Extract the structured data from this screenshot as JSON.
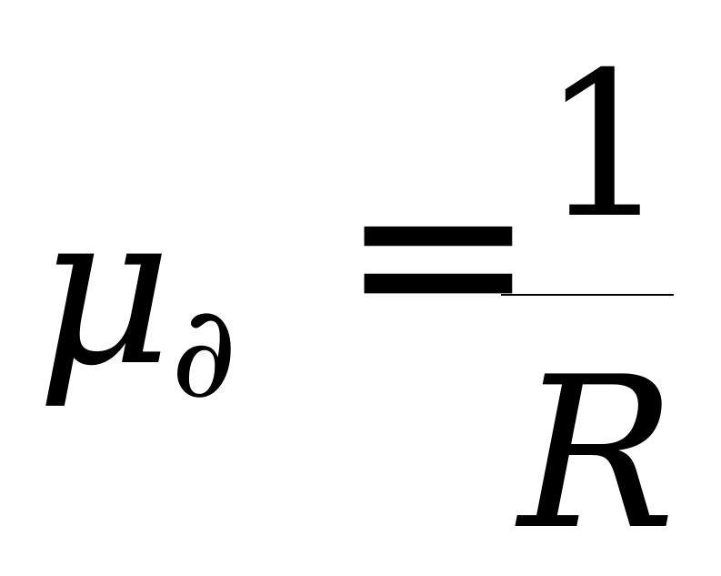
{
  "formula": {
    "lhs_symbol": "μ",
    "lhs_subscript": "∂",
    "operator": "=",
    "numerator": "1",
    "denominator": "R"
  }
}
